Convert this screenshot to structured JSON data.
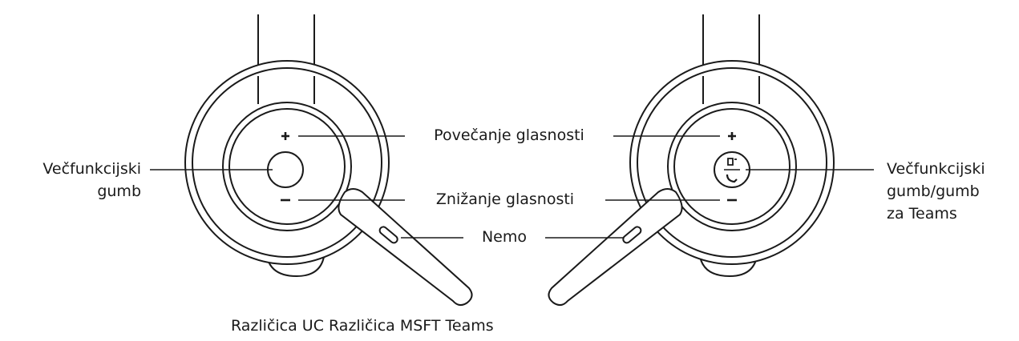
{
  "labels": {
    "volume_up": "Povečanje glasnosti",
    "volume_down": "Znižanje glasnosti",
    "mute": "Nemo",
    "multifunction_left_line1": "Večfunkcijski",
    "multifunction_left_line2": "gumb",
    "multifunction_right_line1": "Večfunkcijski",
    "multifunction_right_line2": "gumb/gumb",
    "multifunction_right_line3": "za Teams",
    "caption": "Različica UC Različica MSFT Teams"
  },
  "icons": {
    "plus_glyph": "+",
    "minus_glyph": "–",
    "teams_glyph": "☏"
  },
  "colors": {
    "line": "#1a1a1a",
    "fill": "#ffffff"
  }
}
